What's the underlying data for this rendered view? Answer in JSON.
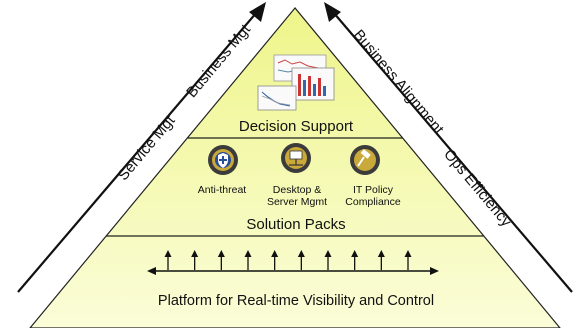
{
  "side_labels": {
    "left_outer": "Service Mgt",
    "left_inner": "Business Mgt",
    "right_inner": "Business Alignment",
    "right_outer": "Ops Efficiency"
  },
  "tiers": {
    "top": {
      "label": "Decision Support",
      "icons": [
        "line-chart-thumbnail-icon",
        "bar-chart-thumbnail-icon",
        "line-chart-thumbnail-icon"
      ]
    },
    "middle": {
      "label": "Solution Packs",
      "packs": [
        {
          "icon": "shield-icon",
          "label_lines": [
            "Anti-threat"
          ]
        },
        {
          "icon": "monitor-network-icon",
          "label_lines": [
            "Desktop &",
            "Server Mgmt"
          ]
        },
        {
          "icon": "gavel-icon",
          "label_lines": [
            "IT Policy",
            "Compliance"
          ]
        }
      ]
    },
    "base": {
      "label": "Platform for Real-time Visibility and Control",
      "up_arrow_count": 10
    }
  },
  "colors": {
    "top_fill": "#eef58a",
    "bottom_fill": "#fbfdd8",
    "outline": "#222222",
    "icon_ring": "#2b2b2b",
    "icon_fill": "#c9a93a"
  }
}
